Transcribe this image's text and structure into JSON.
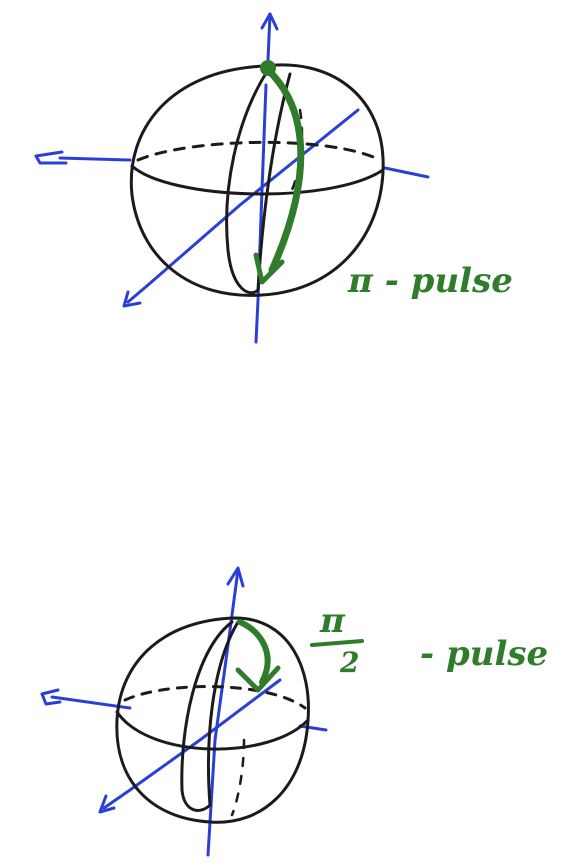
{
  "colors": {
    "axis": "#2a3fd8",
    "sphere": "#1b1b1b",
    "pulse": "#2f7d2b",
    "background": "#ffffff"
  },
  "top_sphere": {
    "label": "π - pulse"
  },
  "bottom_sphere": {
    "label_numerator": "π",
    "label_denominator": "2",
    "label_suffix": "- pulse"
  }
}
